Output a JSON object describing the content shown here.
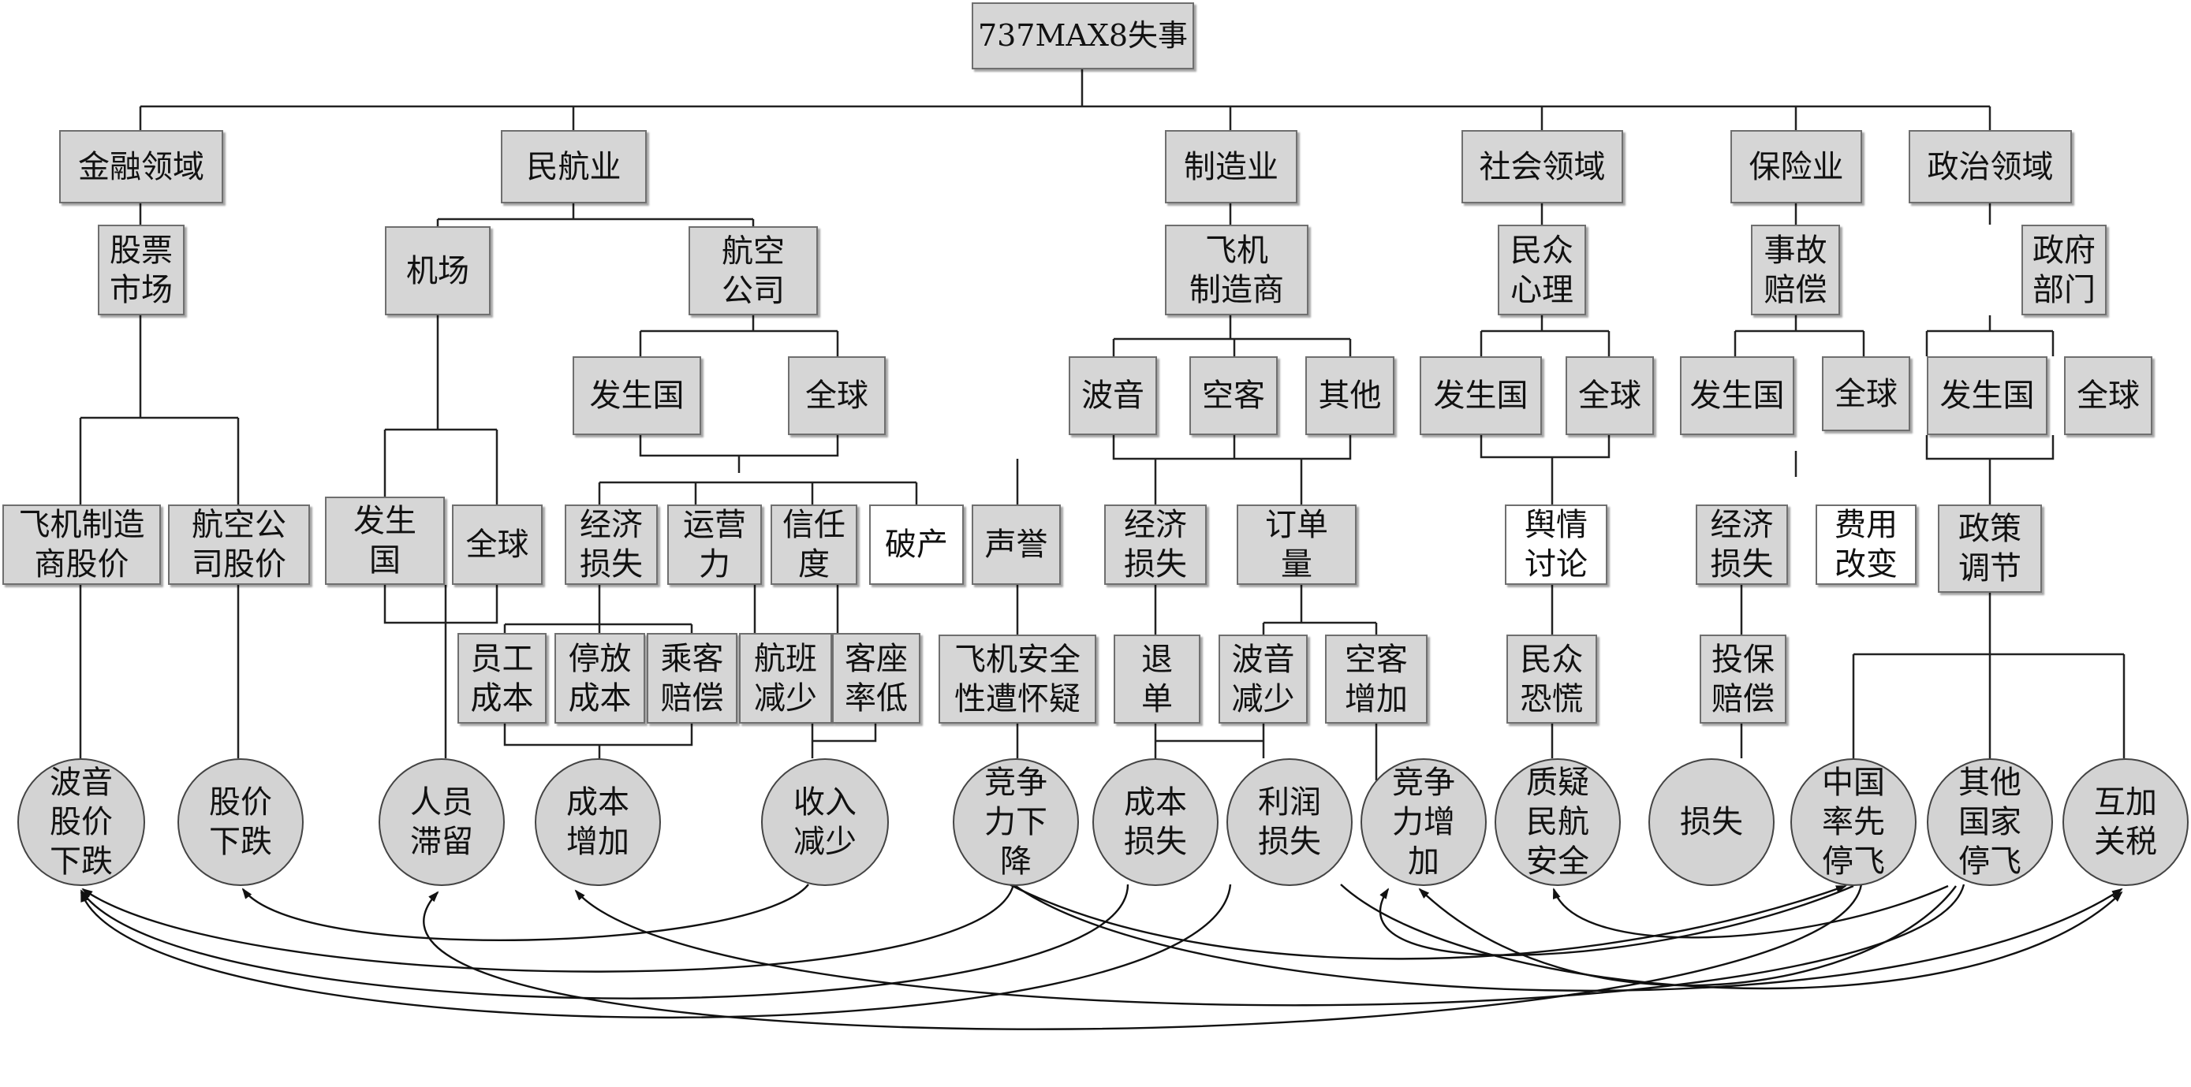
{
  "root": "737MAX8失事",
  "domains": {
    "finance": "金融领域",
    "civil": "民航业",
    "manufacturing": "制造业",
    "social": "社会领域",
    "insurance": "保险业",
    "politics": "政治领域"
  },
  "level2": {
    "stock_market": "股票\n市场",
    "airport": "机场",
    "airline": "航空\n公司",
    "manufacturer": "飞机\n制造商",
    "public_psych": "民众\n心理",
    "accident_comp": "事故\n赔偿",
    "government": "政府\n部门"
  },
  "level3": {
    "airline_origin": "发生国",
    "airline_global": "全球",
    "boeing": "波音",
    "airbus": "空客",
    "others": "其他",
    "social_origin": "发生国",
    "social_global": "全球",
    "ins_origin": "发生国",
    "ins_global": "全球",
    "pol_origin": "发生国",
    "pol_global": "全球"
  },
  "level4": {
    "mfr_stock": "飞机制造\n商股价",
    "airline_stock": "航空公\n司股价",
    "airport_origin": "发生\n国",
    "airport_global": "全球",
    "econ_loss_airline": "经济\n损失",
    "operations": "运营\n力",
    "trust": "信任\n度",
    "bankruptcy": "破产",
    "reputation": "声誉",
    "econ_loss_mfr": "经济\n损失",
    "order_volume": "订单\n量",
    "opinion": "舆情\n讨论",
    "econ_loss_ins": "经济\n损失",
    "cost_change": "费用\n改变",
    "policy": "政策\n调节"
  },
  "level5": {
    "staff_cost": "员工\n成本",
    "parking_cost": "停放\n成本",
    "passenger_comp": "乘客\n赔偿",
    "flight_reduction": "航班\n减少",
    "load_factor": "客座\n率低",
    "safety_doubt": "飞机安全\n性遭怀疑",
    "order_cancel": "退\n单",
    "boeing_decrease": "波音\n减少",
    "airbus_increase": "空客\n增加",
    "public_panic": "民众\n恐慌",
    "insured_comp": "投保\n赔偿"
  },
  "outcomes": {
    "boeing_stock_drop": "波音\n股价\n下跌",
    "stock_drop": "股价\n下跌",
    "stranded": "人员\n滞留",
    "cost_increase": "成本\n增加",
    "revenue_decrease": "收入\n减少",
    "competitiveness_down": "竞争\n力下\n降",
    "cost_loss": "成本\n损失",
    "profit_loss": "利润\n损失",
    "competitiveness_up": "竞争\n力增\n加",
    "doubt_safety": "质疑\n民航\n安全",
    "loss": "损失",
    "china_ground": "中国\n率先\n停飞",
    "other_ground": "其他\n国家\n停飞",
    "tariffs": "互加\n关税"
  }
}
